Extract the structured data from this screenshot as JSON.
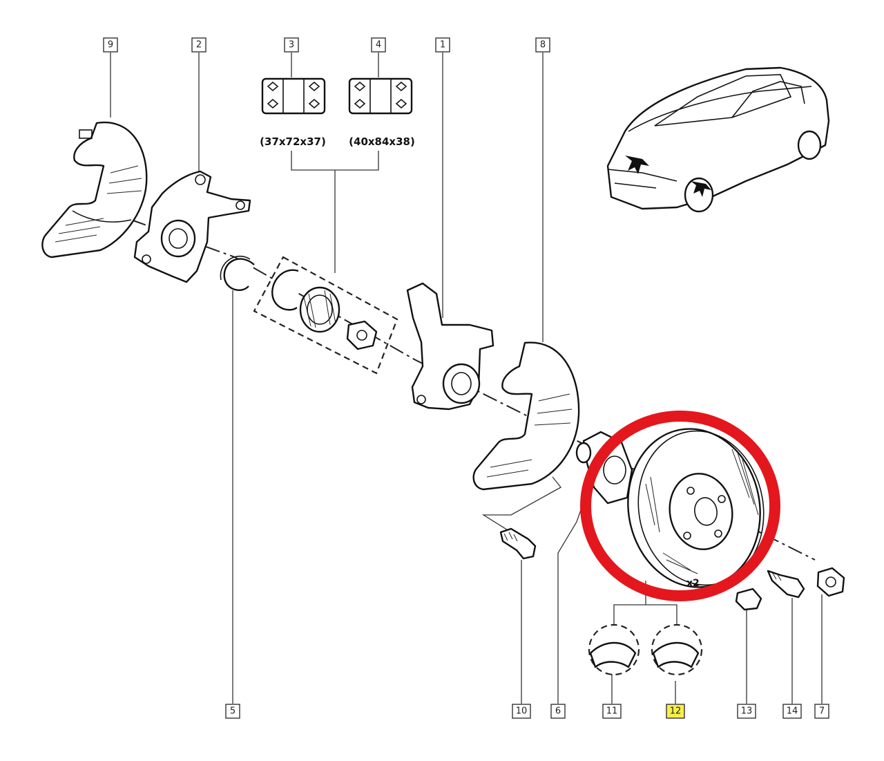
{
  "callouts": [
    {
      "label": "9"
    },
    {
      "label": "2"
    },
    {
      "label": "3"
    },
    {
      "label": "4"
    },
    {
      "label": "1"
    },
    {
      "label": "8"
    },
    {
      "label": "5"
    },
    {
      "label": "10"
    },
    {
      "label": "6"
    },
    {
      "label": "11"
    },
    {
      "label": "12",
      "highlighted": true
    },
    {
      "label": "13"
    },
    {
      "label": "14"
    },
    {
      "label": "7"
    }
  ],
  "bearing_sizes": [
    "(37x72x37)",
    "(40x84x38)"
  ],
  "quantity_mark": "x2",
  "colors": {
    "highlight_ring": "#e3171d",
    "callout_highlight": "#f5ef4a",
    "line": "#111111"
  },
  "icons": [
    "car-icon",
    "brake-disc-icon",
    "wheel-bearing-icon",
    "steering-knuckle-icon",
    "dust-shield-icon",
    "circlip-icon",
    "bolt-icon",
    "nut-icon",
    "hub-icon"
  ]
}
